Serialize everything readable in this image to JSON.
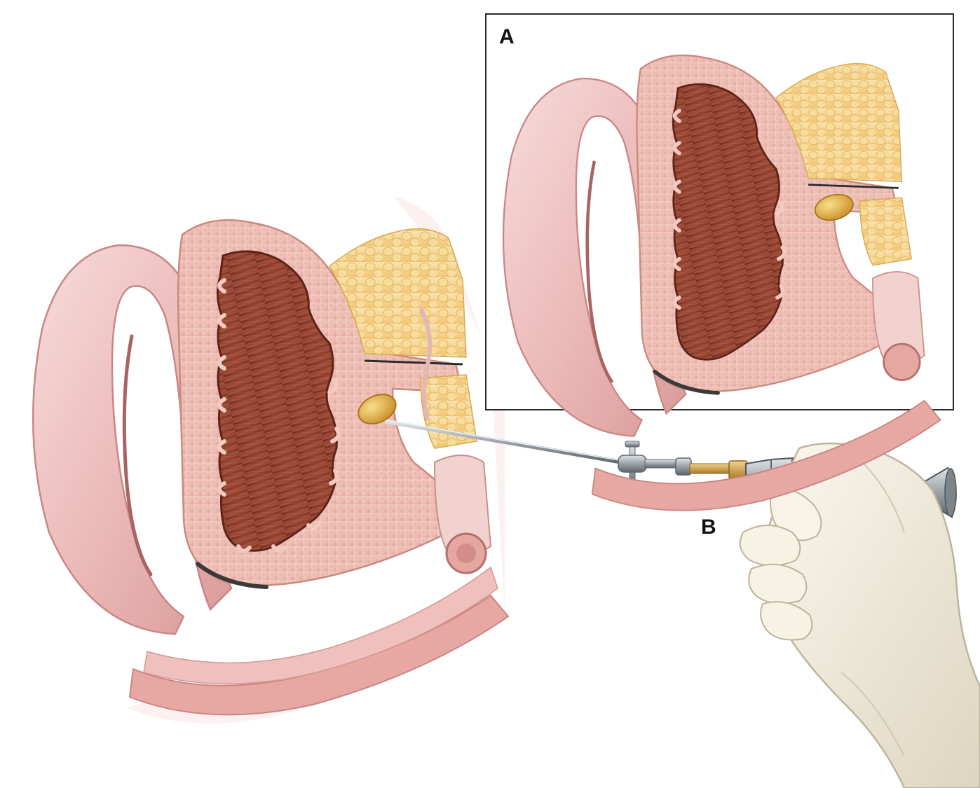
{
  "figure": {
    "labels": {
      "panel_a": "A",
      "panel_b": "B"
    },
    "colors": {
      "outer_tissue": "#ecbcbc",
      "outer_tissue_light": "#f6dada",
      "wall": "#f1c2b9",
      "lumen": "#8e3b2b",
      "lumen_dark": "#6b2a1d",
      "fat": "#f6d48e",
      "fat_cell": "#e7b763",
      "stone": "#e8b448",
      "instrument": "#9aa2a8",
      "instrument_dark": "#5f666b",
      "brass": "#c99a3e",
      "glove": "#f3efe2",
      "glove_shadow": "#d9d2bd",
      "frame": "#2a2a2a"
    },
    "icons": [
      "anatomy-cross-section",
      "calculus",
      "endoscope",
      "gloved-hand"
    ]
  }
}
